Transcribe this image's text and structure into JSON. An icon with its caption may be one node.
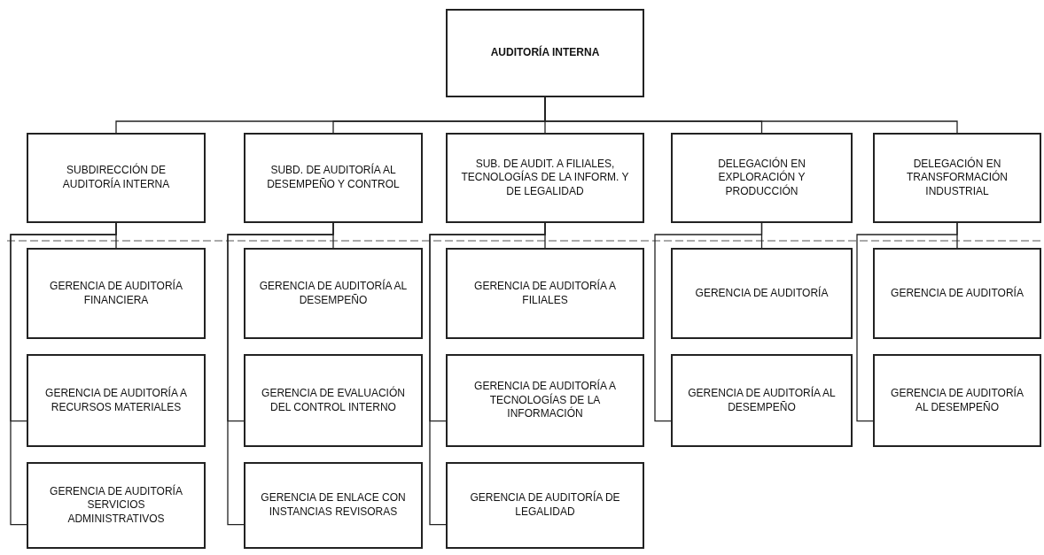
{
  "diagram": {
    "nodes": [
      {
        "text": [
          "AUDITORÍA INTERNA"
        ]
      },
      {
        "text": [
          "SUBDIRECCIÓN DE AUDITORÍA INTERNA"
        ]
      },
      {
        "text": [
          "SUBD. DE AUDITORÍA AL DESEMPEÑO Y CONTROL"
        ]
      },
      {
        "text": [
          "SUB. DE AUDIT. A FILIALES, TECNOLOGÍAS DE LA INFORM. Y DE LEGALIDAD"
        ]
      },
      {
        "text": [
          "DELEGACIÓN EN EXPLORACIÓN Y PRODUCCIÓN"
        ]
      },
      {
        "text": [
          "DELEGACIÓN EN TRANSFORMACIÓN INDUSTRIAL"
        ]
      },
      {
        "text": [
          "GERENCIA DE AUDITORÍA FINANCIERA"
        ]
      },
      {
        "text": [
          "GERENCIA DE AUDITORÍA A RECURSOS MATERIALES"
        ]
      },
      {
        "text": [
          "GERENCIA DE AUDITORÍA SERVICIOS ADMINISTRATIVOS"
        ]
      },
      {
        "text": [
          "GERENCIA DE AUDITORÍA AL DESEMPEÑO"
        ]
      },
      {
        "text": [
          "GERENCIA DE EVALUACIÓN DEL CONTROL INTERNO"
        ]
      },
      {
        "text": [
          "GERENCIA DE ENLACE CON INSTANCIAS REVISORAS"
        ]
      },
      {
        "text": [
          "GERENCIA DE AUDITORÍA A FILIALES"
        ]
      },
      {
        "text": [
          "GERENCIA DE AUDITORÍA A TECNOLOGÍAS DE LA INFORMACIÓN"
        ]
      },
      {
        "text": [
          "GERENCIA DE AUDITORÍA DE LEGALIDAD"
        ]
      },
      {
        "text": [
          "GERENCIA DE AUDITORÍA"
        ]
      },
      {
        "text": [
          "GERENCIA DE AUDITORÍA AL DESEMPEÑO"
        ]
      },
      {
        "text": [
          "GERENCIA DE AUDITORÍA"
        ]
      },
      {
        "text": [
          "GERENCIA DE AUDITORÍA AL DESEMPEÑO"
        ]
      }
    ],
    "edges": [
      {
        "from": 0,
        "to": 1,
        "arrow": "none"
      },
      {
        "from": 0,
        "to": 2,
        "arrow": "none"
      },
      {
        "from": 0,
        "to": 3,
        "arrow": "none"
      },
      {
        "from": 0,
        "to": 4,
        "arrow": "none"
      },
      {
        "from": 0,
        "to": 5,
        "arrow": "none"
      },
      {
        "from": 1,
        "to": 6,
        "arrow": "none"
      },
      {
        "from": 1,
        "to": 7,
        "arrow": "none"
      },
      {
        "from": 1,
        "to": 8,
        "arrow": "none"
      },
      {
        "from": 2,
        "to": 9,
        "arrow": "none"
      },
      {
        "from": 2,
        "to": 10,
        "arrow": "none"
      },
      {
        "from": 2,
        "to": 11,
        "arrow": "none"
      },
      {
        "from": 3,
        "to": 12,
        "arrow": "none"
      },
      {
        "from": 3,
        "to": 13,
        "arrow": "none"
      },
      {
        "from": 3,
        "to": 14,
        "arrow": "none"
      },
      {
        "from": 4,
        "to": 15,
        "arrow": "none"
      },
      {
        "from": 4,
        "to": 16,
        "arrow": "none"
      },
      {
        "from": 5,
        "to": 17,
        "arrow": "none"
      },
      {
        "from": 5,
        "to": 18,
        "arrow": "none"
      }
    ]
  }
}
